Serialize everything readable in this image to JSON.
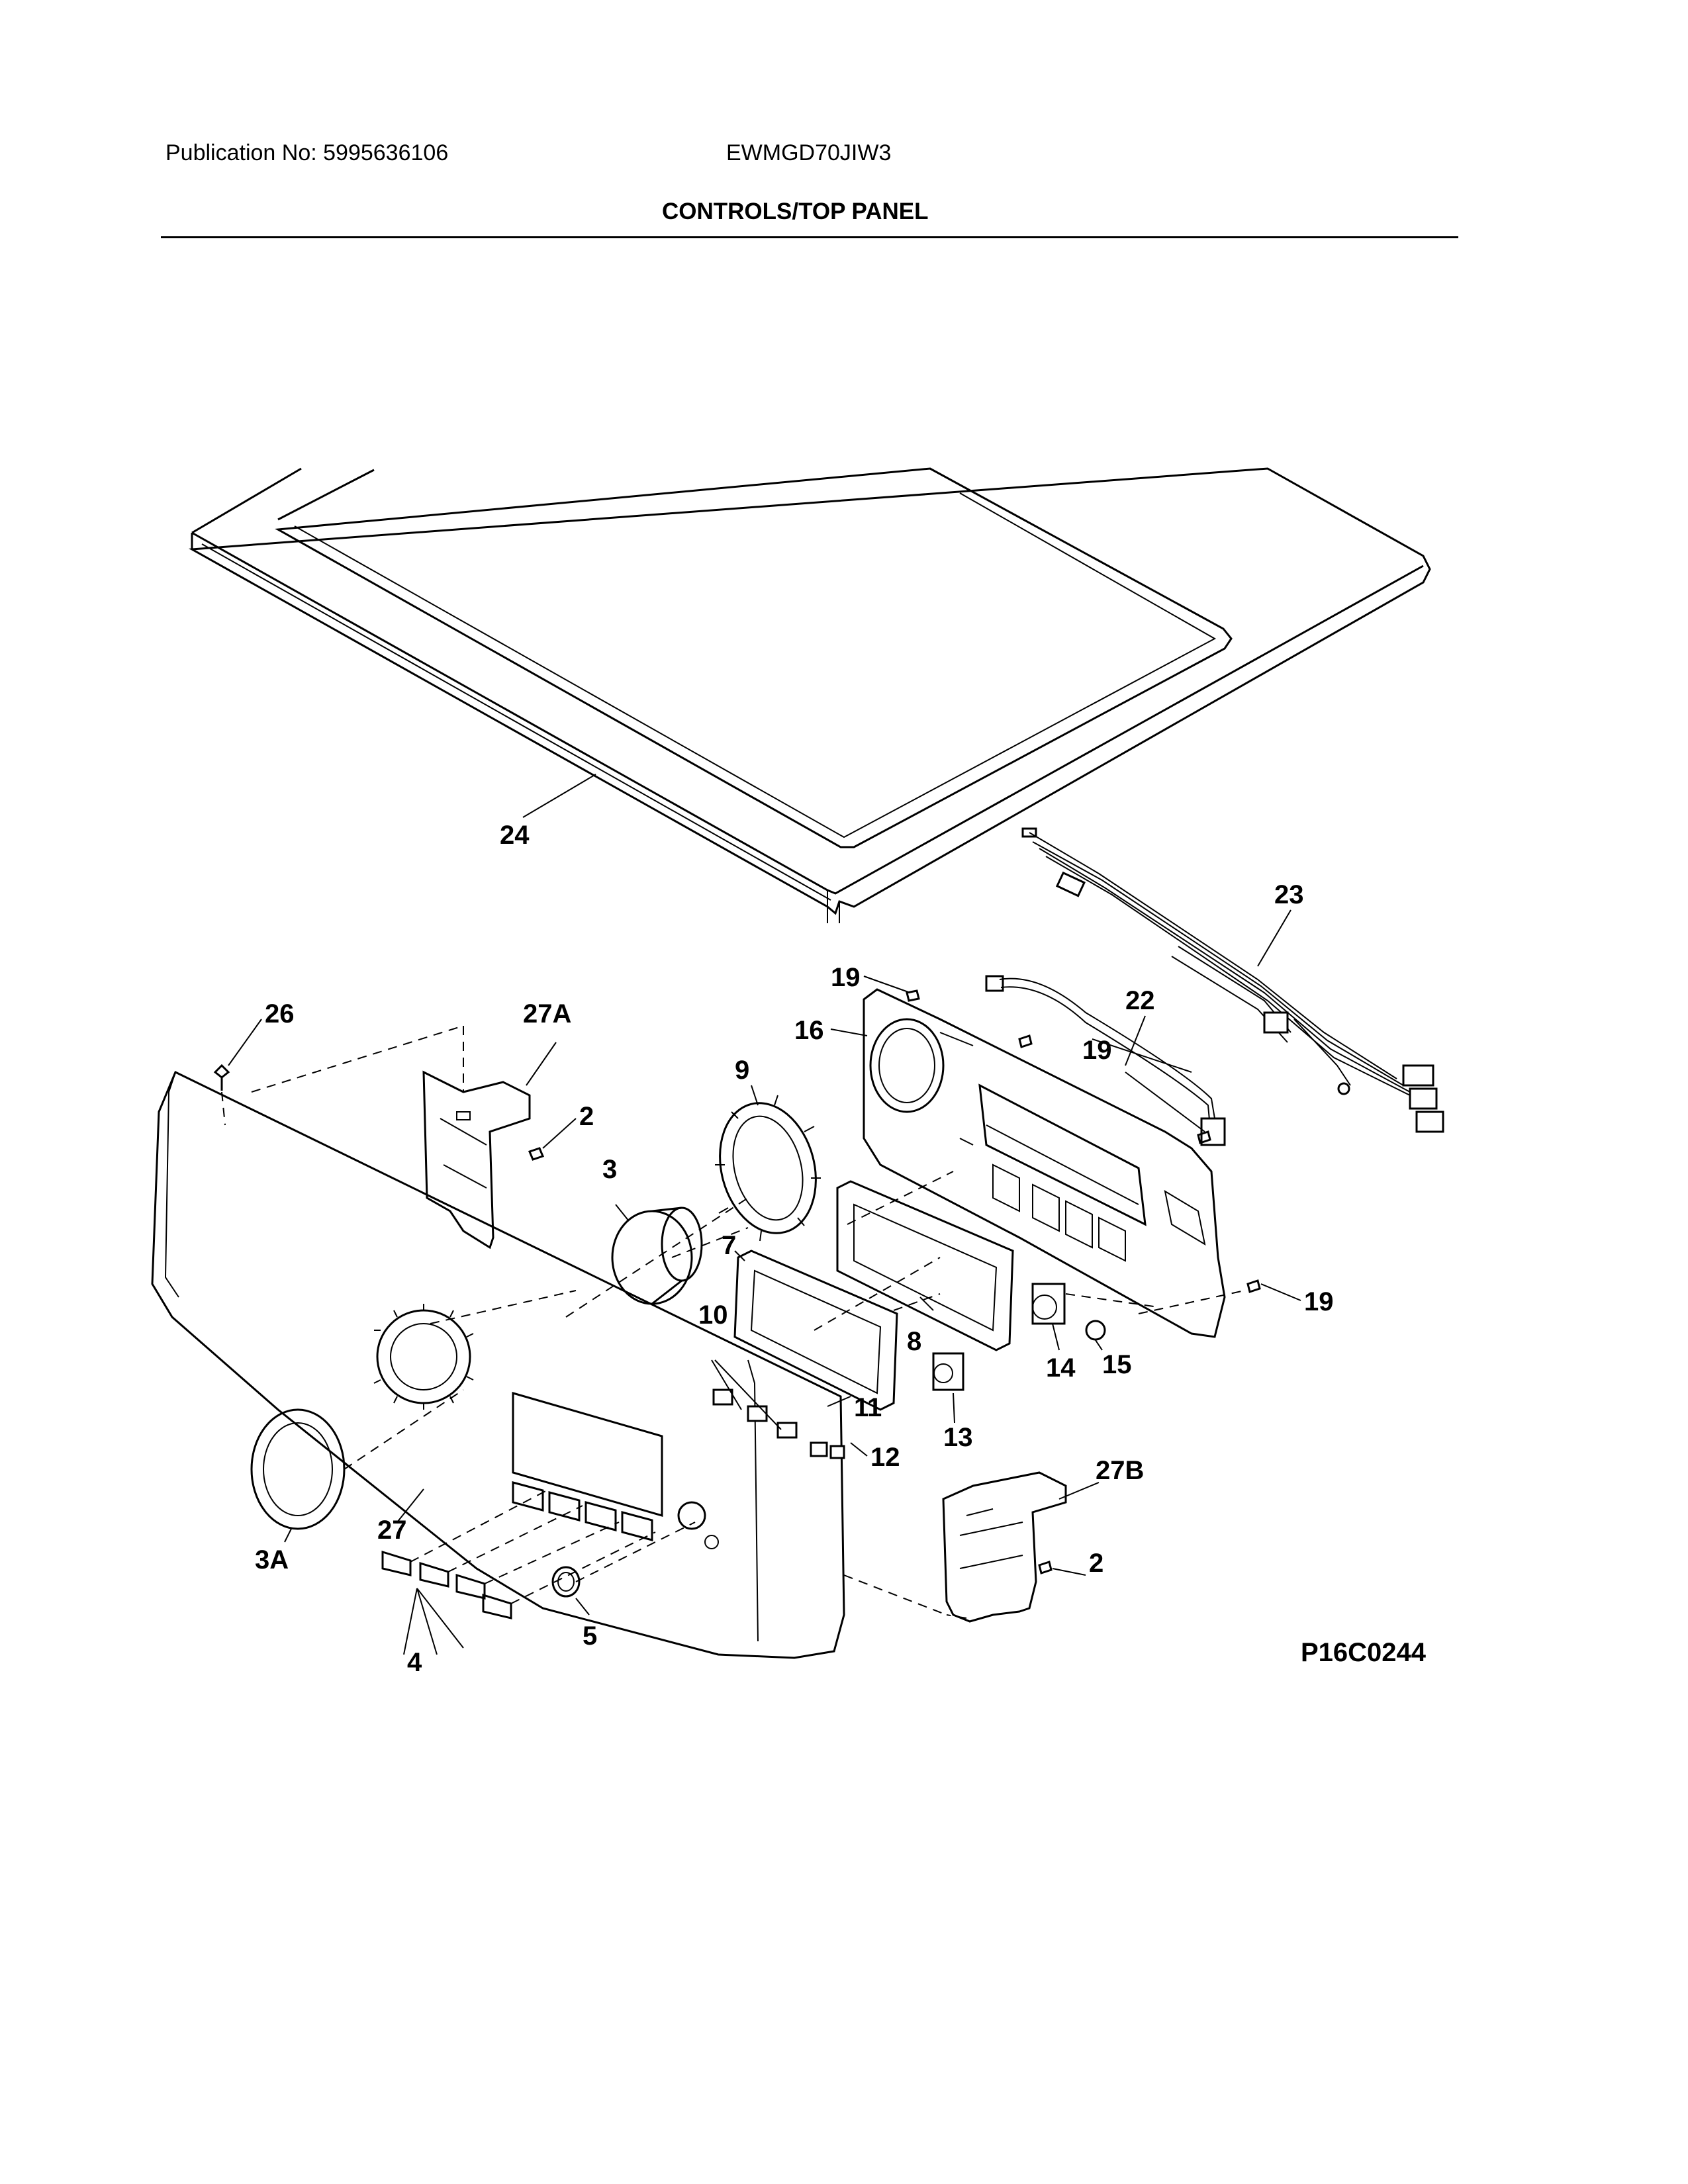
{
  "header": {
    "publication": "Publication No: 5995636106",
    "model": "EWMGD70JIW3",
    "title": "CONTROLS/TOP PANEL"
  },
  "callouts": [
    "24",
    "23",
    "22",
    "19",
    "16",
    "9",
    "26",
    "27A",
    "2",
    "3",
    "7",
    "8",
    "10",
    "11",
    "12",
    "13",
    "14",
    "15",
    "19",
    "19",
    "27",
    "3A",
    "4",
    "5",
    "27B",
    "2"
  ],
  "figure_code": "P16C0244"
}
